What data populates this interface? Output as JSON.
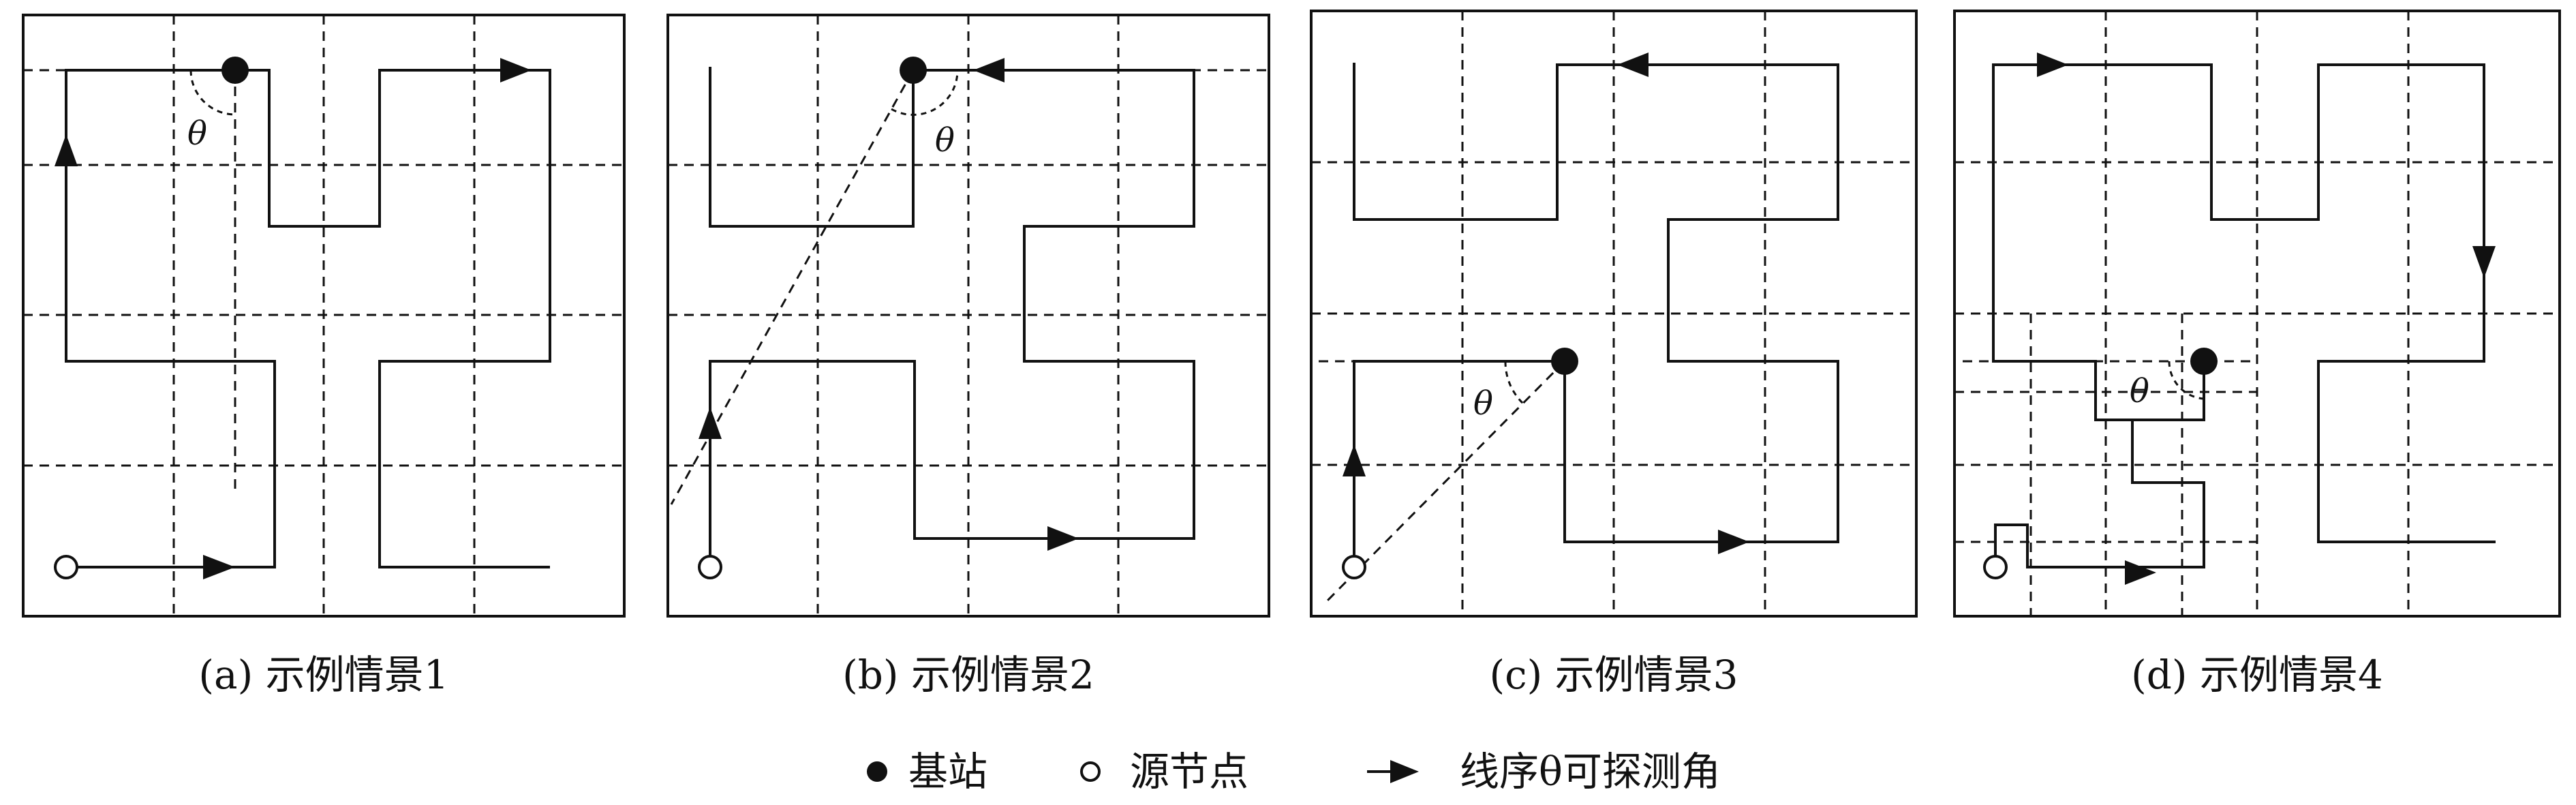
{
  "panels": [
    {
      "caption": "(a) 示例情景1",
      "angle_label": "θ"
    },
    {
      "caption": "(b) 示例情景2",
      "angle_label": "θ"
    },
    {
      "caption": "(c) 示例情景3",
      "angle_label": "θ"
    },
    {
      "caption": "(d) 示例情景4",
      "angle_label": "θ"
    }
  ],
  "legend": {
    "base_station": "基站",
    "source_node": "源节点",
    "route_theta": "线序θ可探测角"
  }
}
